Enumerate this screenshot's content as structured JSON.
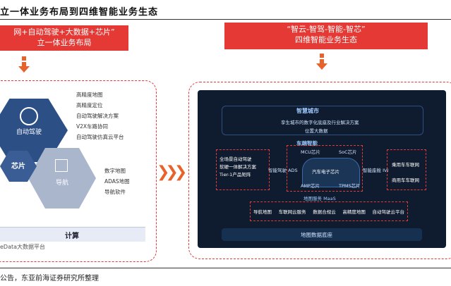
{
  "title": "立一体业务布局到四维智能业务生态",
  "left_box": {
    "line1": "网+自动驾驶+大数据+芯片”",
    "line2": "立一体业务布局"
  },
  "right_box": {
    "line1": "“智云-智驾-智能-智芯”",
    "line2": "四维智能业务生态"
  },
  "left_panel": {
    "hex_auto": "自动驾驶",
    "hex_chip": "芯片",
    "hex_nav": "导航",
    "auto_list": [
      "高精度地图",
      "高精度定位",
      "自动驾驶解决方案",
      "V2X车路协同",
      "自动驾驶仿真云平台"
    ],
    "nav_list": [
      "数字地图",
      "ADAS地图",
      "导航软件"
    ],
    "compute": "计算",
    "platform": "eData大数据平台"
  },
  "right_panel": {
    "smart_city": "智慧城市",
    "smart_city_sub": "孪生城市的数字化底座及行业解决方案",
    "location_data": "位置大数据",
    "vehicle_intel": "车端智能",
    "mcu": "MCU芯片",
    "soc": "SoC芯片",
    "auto_drive": "智能驾驶 ADS",
    "ev_chip": "汽车电子芯片",
    "cockpit": "智能座舱 IVI",
    "amp": "AMP芯片",
    "tpms": "TPMS芯片",
    "left_note": [
      "全场景自动驾驶",
      "软硬一体解决方案",
      "Tier-1产品矩阵"
    ],
    "right_note": [
      "乘用车车联网",
      "商用车车联网"
    ],
    "maas": "地图服务 MaaS",
    "bottom_items": [
      "导航地图",
      "车联网云服务",
      "数据合规云",
      "高精度地图",
      "自动驾驶云平台"
    ],
    "base": "地图数据底座"
  },
  "footer": "公告，东亚前海证券研究所整理"
}
